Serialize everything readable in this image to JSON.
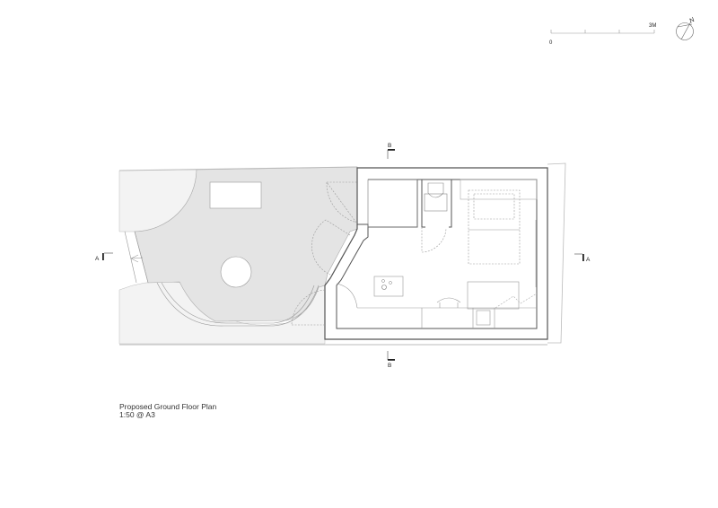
{
  "drawing": {
    "title": "Proposed Ground Floor Plan",
    "scale": "1:50 @ A3"
  },
  "scale_bar": {
    "start_label": "0",
    "end_label": "3M"
  },
  "north_arrow": {
    "label": "N"
  },
  "section_markers": {
    "a_left": "A",
    "a_right": "A",
    "b_top": "B",
    "b_bottom": "B"
  },
  "colors": {
    "paving": "#e6e6e6",
    "planting": "#f2f2f2",
    "wall": "#555555",
    "line": "#9a9a9a"
  }
}
